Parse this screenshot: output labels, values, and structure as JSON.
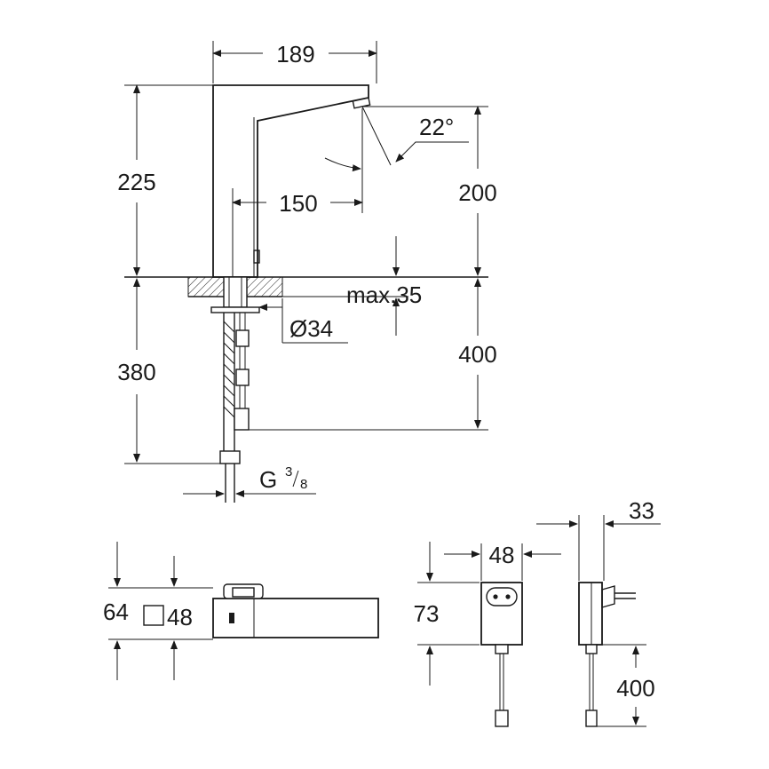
{
  "dimensions": {
    "width_top": "189",
    "height_total": "225",
    "spout_height": "200",
    "spout_reach": "150",
    "angle": "22°",
    "max_thickness": "max.35",
    "hole_diameter": "Ø34",
    "hose_length": "380",
    "cable_length": "400",
    "thread_main": "G",
    "thread_num": "3",
    "thread_den": "8",
    "box_height": "64",
    "box_width": "48",
    "psu_width": "48",
    "psu_depth": "33",
    "psu_height": "73",
    "psu_cable": "400"
  }
}
